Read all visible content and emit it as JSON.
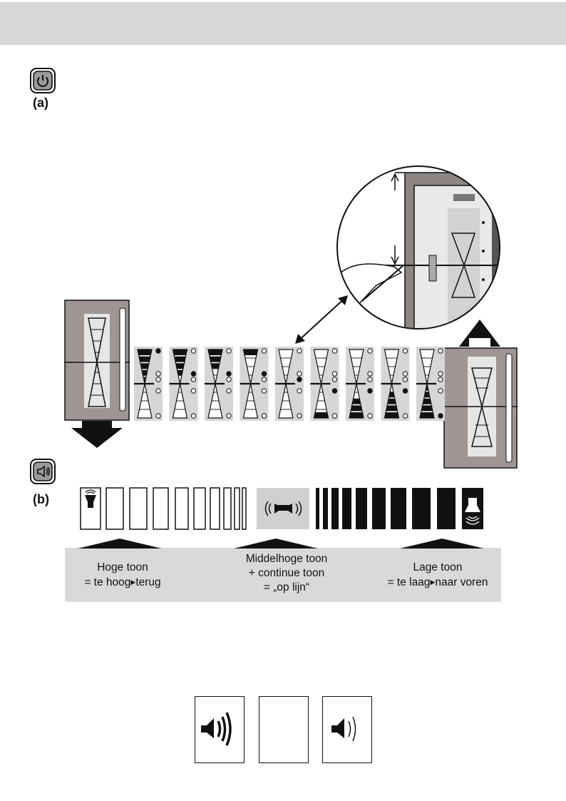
{
  "section_a": {
    "label": "(a)",
    "icon": "power-icon"
  },
  "section_b": {
    "label": "(b)",
    "icon": "speaker-icon"
  },
  "leveling_positions": [
    {
      "state": "high",
      "fill": 5,
      "dot": "top"
    },
    {
      "state": "high",
      "fill": 4,
      "dot": "upper"
    },
    {
      "state": "high",
      "fill": 3,
      "dot": "upper"
    },
    {
      "state": "high",
      "fill": 1,
      "dot": "upper"
    },
    {
      "state": "level",
      "fill": 0,
      "dot": "middle"
    },
    {
      "state": "low",
      "fill": 1,
      "dot": "lower"
    },
    {
      "state": "low",
      "fill": 3,
      "dot": "lower"
    },
    {
      "state": "low",
      "fill": 4,
      "dot": "lower"
    },
    {
      "state": "low",
      "fill": 5,
      "dot": "bottom"
    }
  ],
  "legend": {
    "left": {
      "line1": "Hoge toon",
      "line2": "= te hoog",
      "line2b": "terug"
    },
    "center": {
      "line1": "Middelhoge toon",
      "line2": "+ continue toon",
      "line3": "= „op lijn“"
    },
    "right": {
      "line1": "Lage toon",
      "line2": "= te laag",
      "line2b": "naar voren"
    }
  },
  "volume_cards": [
    {
      "icon": "speaker-loud-icon"
    },
    {
      "icon": "speaker-off-icon"
    },
    {
      "icon": "speaker-soft-icon"
    }
  ],
  "colors": {
    "header": "#d8d8d8",
    "panel": "#9e9692",
    "band": "#d9d9d9"
  }
}
